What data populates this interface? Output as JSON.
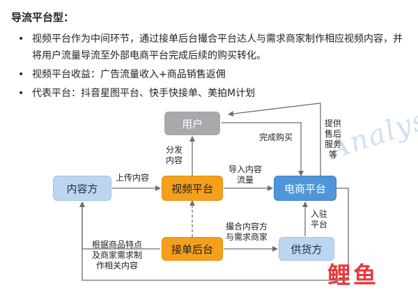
{
  "heading": "导流平台型：",
  "bullet_char": "•",
  "bullets": [
    "视频平台作为中间环节，通过接单后台撮合平台达人与需求商家制作相应视频内容，并将用户流量导流至外部电商平台完成后续的购买转化。",
    "视频平台收益：广告流量收入+商品销售返佣",
    "代表平台：抖音星图平台、快手快接单、美拍M计划"
  ],
  "watermark": "Analys",
  "diagram": {
    "nodes": {
      "users": "用户",
      "content": "内容方",
      "video": "视频平台",
      "ecom": "电商平台",
      "backend": "接单后台",
      "supplier": "供货方"
    },
    "labels": {
      "distribute": "分发\n内容",
      "upload": "上传内容",
      "import": "导入内容\n流量",
      "purchase": "完成购买",
      "aftersales": "提供\n售后\n服务\n等",
      "settle": "入驻\n平台",
      "match": "撮合内容方\n与需求商家",
      "produce": "根据商品特点\n及商家需求制\n作相关内容"
    }
  },
  "logo": "鲤鱼",
  "colors": {
    "users": "#a7a9ac",
    "orange": "#f5a01c",
    "ecom": "#4f96d8",
    "light": "#bcd6ef",
    "line": "#6e6e6e"
  }
}
